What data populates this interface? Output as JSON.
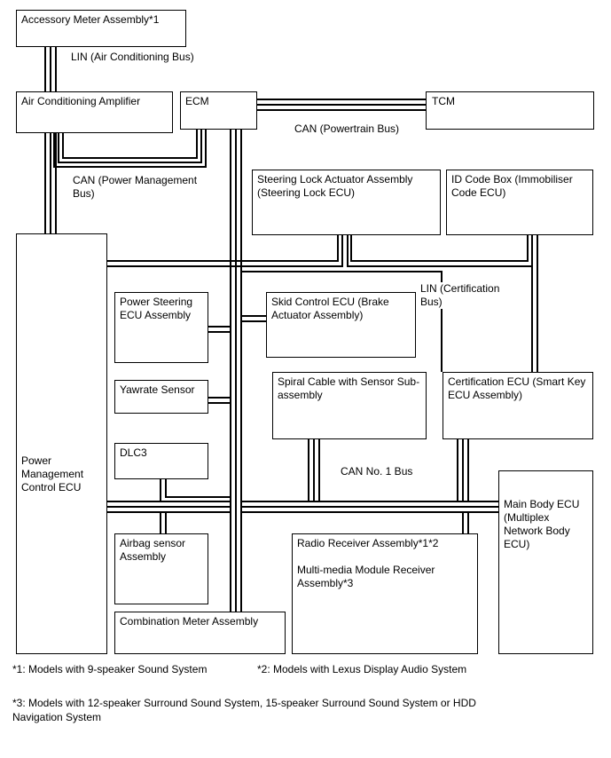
{
  "nodes": {
    "accessory_meter": "Accessory Meter Assembly*1",
    "ac_amplifier": "Air Conditioning Amplifier",
    "ecm": "ECM",
    "tcm": "TCM",
    "steering_lock": "Steering Lock Actuator Assembly (Steering Lock ECU)",
    "id_code_box": "ID Code Box (Immobiliser Code ECU)",
    "pm_control_ecu": "Power Management Control ECU",
    "power_steering": "Power Steering ECU Assembly",
    "skid_control": "Skid Control ECU (Brake Actuator Assembly)",
    "yawrate": "Yawrate Sensor",
    "spiral_cable": "Spiral Cable with Sensor Sub-assembly",
    "certification": "Certification ECU (Smart Key ECU Assembly)",
    "dlc3": "DLC3",
    "main_body": "Main Body ECU (Multiplex Network Body ECU)",
    "airbag": "Airbag sensor Assembly",
    "radio": "Radio Receiver Assembly*1*2",
    "multimedia": "Multi-media Module Receiver Assembly*3",
    "combination_meter": "Combination Meter Assembly"
  },
  "buses": {
    "lin_ac": "LIN (Air Conditioning Bus)",
    "can_powertrain": "CAN (Powertrain Bus)",
    "can_power_mgmt": "CAN (Power Management Bus)",
    "lin_cert": "LIN (Certification Bus)",
    "can_no1": "CAN No. 1 Bus"
  },
  "notes": {
    "n1": "*1: Models with 9-speaker Sound System",
    "n2": "*2: Models with Lexus Display Audio System",
    "n3": "*3: Models with 12-speaker Surround Sound System, 15-speaker Surround Sound System or HDD Navigation System"
  }
}
